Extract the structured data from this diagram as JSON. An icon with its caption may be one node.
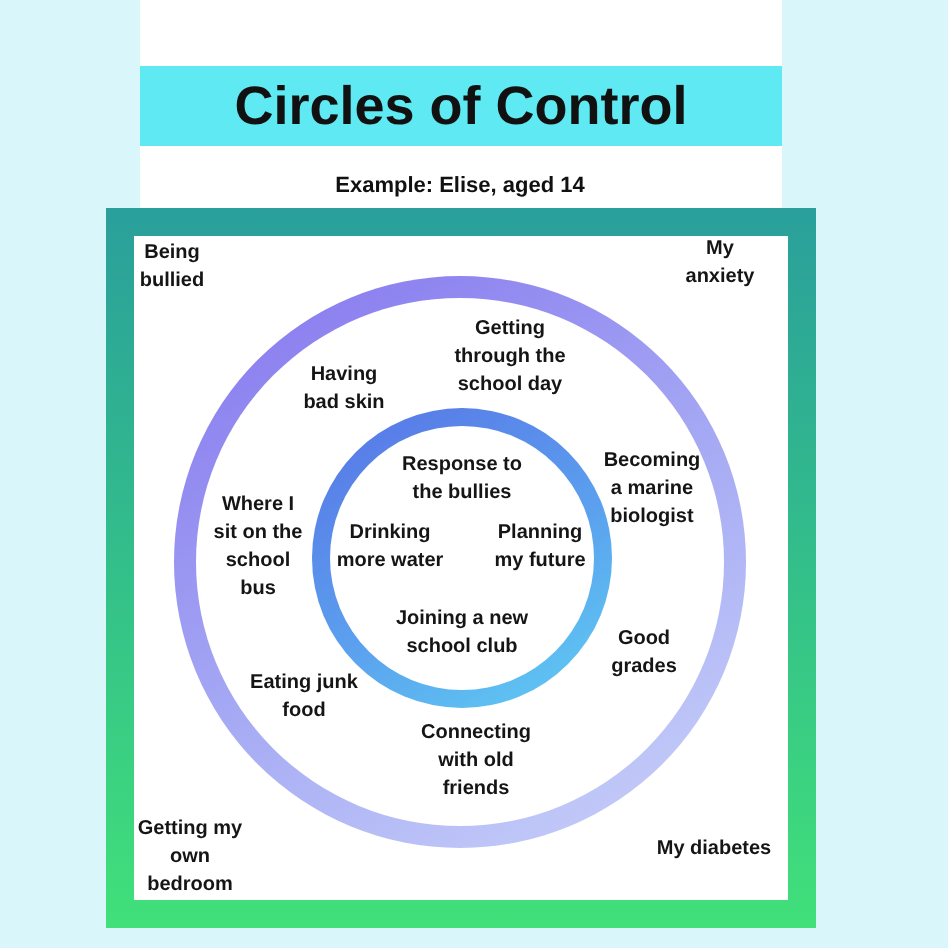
{
  "diagram": {
    "title": "Circles of Control",
    "nodes": [
      {
        "text": [
          "Being bullied",
          "My anxiety",
          "Getting my own bedroom",
          "My diabetes"
        ]
      },
      {
        "text": [
          "Getting through the school day",
          "Having bad skin",
          "Becoming a marine biologist",
          "Where I sit on the school bus",
          "Good grades",
          "Eating junk food",
          "Connecting with old friends"
        ],
        "in": 0
      },
      {
        "text": [
          "Response to the bullies",
          "Drinking more water",
          "Planning my future",
          "Joining a new school club"
        ],
        "in": 1
      }
    ],
    "labels": [
      "Example: Elise, aged 14"
    ]
  }
}
